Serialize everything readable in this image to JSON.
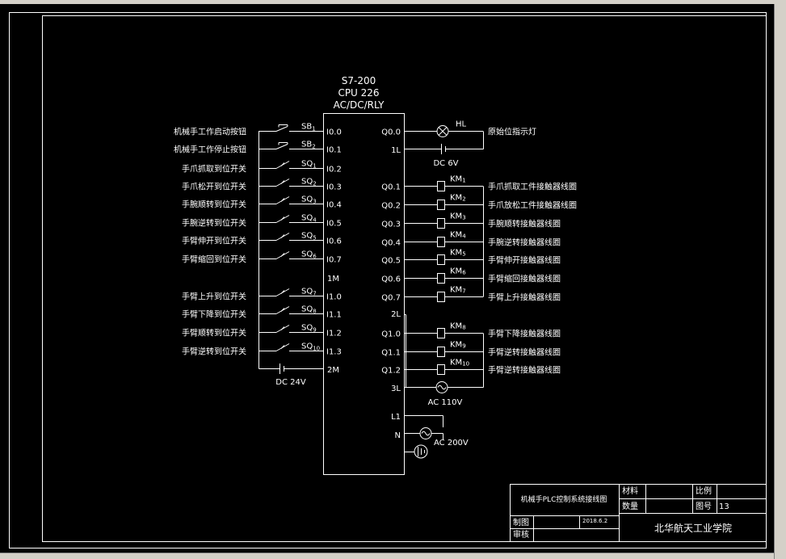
{
  "plc": {
    "model": "S7-200",
    "cpu": "CPU 226",
    "type": "AC/DC/RLY"
  },
  "inputs": [
    {
      "desc": "机械手工作启动按钮",
      "device": "SB",
      "sub": "1",
      "kind": "button",
      "terminal": "I0.0"
    },
    {
      "desc": "机械手工作停止按钮",
      "device": "SB",
      "sub": "2",
      "kind": "button",
      "terminal": "I0.1"
    },
    {
      "desc": "手爪抓取到位开关",
      "device": "SQ",
      "sub": "1",
      "kind": "switch",
      "terminal": "I0.2"
    },
    {
      "desc": "手爪松开到位开关",
      "device": "SQ",
      "sub": "2",
      "kind": "switch",
      "terminal": "I0.3"
    },
    {
      "desc": "手腕顺转到位开关",
      "device": "SQ",
      "sub": "3",
      "kind": "switch",
      "terminal": "I0.4"
    },
    {
      "desc": "手腕逆转到位开关",
      "device": "SQ",
      "sub": "4",
      "kind": "switch",
      "terminal": "I0.5"
    },
    {
      "desc": "手臂伸开到位开关",
      "device": "SQ",
      "sub": "5",
      "kind": "switch",
      "terminal": "I0.6"
    },
    {
      "desc": "手臂缩回到位开关",
      "device": "SQ",
      "sub": "6",
      "kind": "switch",
      "terminal": "I0.7"
    },
    {
      "desc": "手臂上升到位开关",
      "device": "SQ",
      "sub": "7",
      "kind": "switch",
      "terminal": "I1.0"
    },
    {
      "desc": "手臂下降到位开关",
      "device": "SQ",
      "sub": "8",
      "kind": "switch",
      "terminal": "I1.1"
    },
    {
      "desc": "手臂顺转到位开关",
      "device": "SQ",
      "sub": "9",
      "kind": "switch",
      "terminal": "I1.2"
    },
    {
      "desc": "手臂逆转到位开关",
      "device": "SQ",
      "sub": "10",
      "kind": "switch",
      "terminal": "I1.3"
    }
  ],
  "input_commons": {
    "m1": "1M",
    "m2": "2M",
    "supply": "DC 24V"
  },
  "outputs": [
    {
      "terminal": "Q0.0",
      "device": "HL",
      "sub": "",
      "kind": "lamp",
      "desc": "原始位指示灯"
    },
    {
      "terminal": "Q0.1",
      "device": "KM",
      "sub": "1",
      "kind": "coil",
      "desc": "手爪抓取工件接触器线圈"
    },
    {
      "terminal": "Q0.2",
      "device": "KM",
      "sub": "2",
      "kind": "coil",
      "desc": "手爪放松工件接触器线圈"
    },
    {
      "terminal": "Q0.3",
      "device": "KM",
      "sub": "3",
      "kind": "coil",
      "desc": "手腕顺转接触器线圈"
    },
    {
      "terminal": "Q0.4",
      "device": "KM",
      "sub": "4",
      "kind": "coil",
      "desc": "手腕逆转接触器线圈"
    },
    {
      "terminal": "Q0.5",
      "device": "KM",
      "sub": "5",
      "kind": "coil",
      "desc": "手臂伸开接触器线圈"
    },
    {
      "terminal": "Q0.6",
      "device": "KM",
      "sub": "6",
      "kind": "coil",
      "desc": "手臂缩回接触器线圈"
    },
    {
      "terminal": "Q0.7",
      "device": "KM",
      "sub": "7",
      "kind": "coil",
      "desc": "手臂上升接触器线圈"
    },
    {
      "terminal": "Q1.0",
      "device": "KM",
      "sub": "8",
      "kind": "coil",
      "desc": "手臂下降接触器线圈"
    },
    {
      "terminal": "Q1.1",
      "device": "KM",
      "sub": "9",
      "kind": "coil",
      "desc": "手臂逆转接触器线圈"
    },
    {
      "terminal": "Q1.2",
      "device": "KM",
      "sub": "10",
      "kind": "coil",
      "desc": "手臂逆转接触器线圈"
    }
  ],
  "output_commons": {
    "l1": "1L",
    "l2": "2L",
    "l3": "3L",
    "dc6v": "DC 6V",
    "ac110": "AC 110V"
  },
  "power": {
    "l1": "L1",
    "n": "N",
    "supply": "AC 200V"
  },
  "title_block": {
    "drawing_title": "机械手PLC控制系统接线图",
    "material_label": "材料",
    "scale_label": "比例",
    "quantity_label": "数量",
    "drawing_no_label": "图号",
    "drawing_no": "13",
    "drawn_label": "制图",
    "date": "2018.6.2",
    "checked_label": "审核",
    "institution": "北华航天工业学院"
  },
  "colors": {
    "background": "#000000",
    "lines": "#ffffff",
    "window_chrome": "#d4d0c8"
  }
}
